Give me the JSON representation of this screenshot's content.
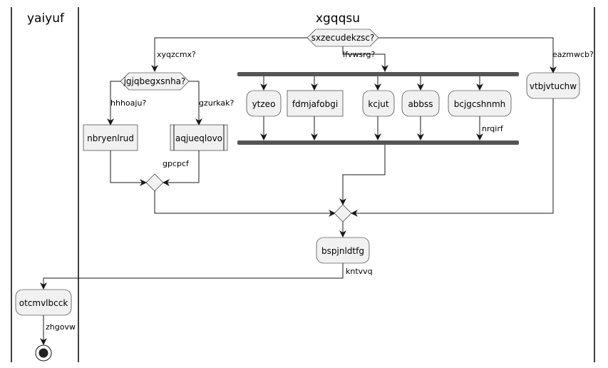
{
  "lanes": {
    "left_title": "yaiyuf",
    "right_title": "xgqqsu"
  },
  "nodes": {
    "decision_main": "sxzecudekzsc?",
    "decision_left": "jgjqbegxsnha?",
    "box_nbryenlrud": "nbryenlrud",
    "box_aqjueqlovo": "aqjueqlovo",
    "act_ytzeo": "ytzeo",
    "box_fdmjafobgi": "fdmjafobgi",
    "act_kcjut": "kcjut",
    "act_abbss": "abbss",
    "act_bcjgcshnmh": "bcjgcshnmh",
    "act_vtbjvtuchw": "vtbjvtuchw",
    "act_bspjnldtfg": "bspjnldtfg",
    "act_otcmvlbcck": "otcmvlbcck"
  },
  "edges": {
    "xyqzcmx": "xyqzcmx?",
    "lfvwsrg": "lfvwsrg?",
    "eazmwcb": "eazmwcb?",
    "hhhoaju": "hhhoaju?",
    "gzurkak": "gzurkak?",
    "gpcpcf": "gpcpcf",
    "nrqirf": "nrqirf",
    "kntvvq": "kntvvq",
    "zhgovw": "zhgovw"
  }
}
